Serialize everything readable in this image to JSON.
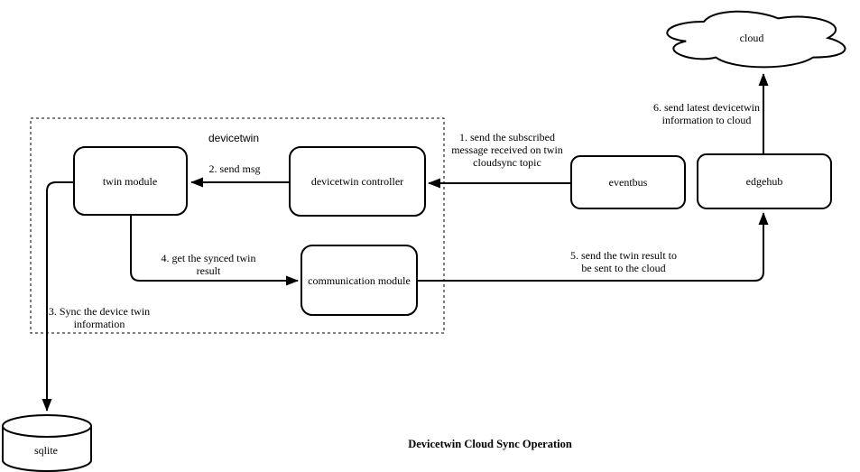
{
  "title": "Devicetwin Cloud Sync Operation",
  "container": {
    "label": "devicetwin"
  },
  "nodes": {
    "twin_module": "twin module",
    "devicetwin_controller": "devicetwin controller",
    "communication_module": "communication module",
    "eventbus": "eventbus",
    "edgehub": "edgehub",
    "cloud": "cloud",
    "sqlite": "sqlite"
  },
  "edges": {
    "e1": "1. send the subscribed\nmessage received on twin\ncloudsync topic",
    "e2": "2. send msg",
    "e3": "3. Sync the device twin\ninformation",
    "e4": "4. get the synced twin\nresult",
    "e5": "5. send the twin result to\nbe sent to the cloud",
    "e6": "6. send latest devicetwin\ninformation to cloud"
  },
  "colors": {
    "stroke": "#000000",
    "fill": "#ffffff"
  }
}
